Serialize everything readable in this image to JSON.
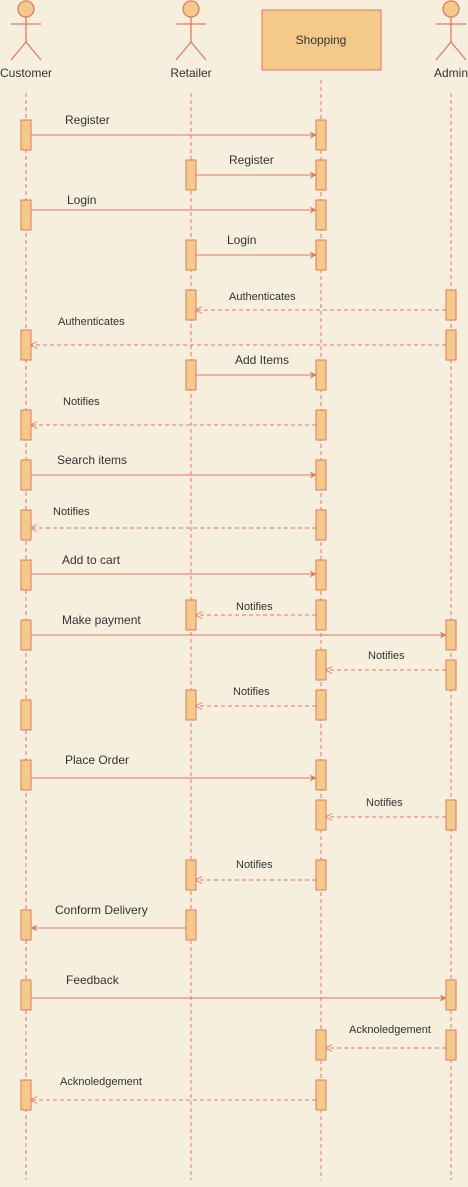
{
  "colors": {
    "background": "#F6EFDE",
    "line": "#E07A5F",
    "box_fill": "#F5C98A",
    "box_stroke": "#E07A5F",
    "text": "#333333"
  },
  "participants": [
    {
      "id": "customer",
      "label": "Customer",
      "kind": "actor"
    },
    {
      "id": "retailer",
      "label": "Retailer",
      "kind": "actor"
    },
    {
      "id": "shopping",
      "label": "Shopping",
      "kind": "object"
    },
    {
      "id": "admin",
      "label": "Admin",
      "kind": "actor"
    }
  ],
  "messages": [
    {
      "from": "customer",
      "to": "shopping",
      "label": "Register",
      "style": "solid"
    },
    {
      "from": "retailer",
      "to": "shopping",
      "label": "Register",
      "style": "solid"
    },
    {
      "from": "customer",
      "to": "shopping",
      "label": "Login",
      "style": "solid"
    },
    {
      "from": "retailer",
      "to": "shopping",
      "label": "Login",
      "style": "solid"
    },
    {
      "from": "admin",
      "to": "retailer",
      "label": "Authenticates",
      "style": "dashed"
    },
    {
      "from": "admin",
      "to": "customer",
      "label": "Authenticates",
      "style": "dashed"
    },
    {
      "from": "retailer",
      "to": "shopping",
      "label": "Add Items",
      "style": "solid"
    },
    {
      "from": "shopping",
      "to": "customer",
      "label": "Notifies",
      "style": "dashed"
    },
    {
      "from": "customer",
      "to": "shopping",
      "label": "Search items",
      "style": "solid"
    },
    {
      "from": "shopping",
      "to": "customer",
      "label": "Notifies",
      "style": "dashed"
    },
    {
      "from": "customer",
      "to": "shopping",
      "label": "Add to cart",
      "style": "solid"
    },
    {
      "from": "shopping",
      "to": "retailer",
      "label": "Notifies",
      "style": "dashed"
    },
    {
      "from": "customer",
      "to": "admin",
      "label": "Make payment",
      "style": "solid"
    },
    {
      "from": "admin",
      "to": "shopping",
      "label": "Notifies",
      "style": "dashed"
    },
    {
      "from": "shopping",
      "to": "retailer",
      "label": "Notifies",
      "style": "dashed"
    },
    {
      "from": "customer",
      "to": "shopping",
      "label": "Place Order",
      "style": "solid"
    },
    {
      "from": "admin",
      "to": "shopping",
      "label": "Notifies",
      "style": "dashed"
    },
    {
      "from": "shopping",
      "to": "retailer",
      "label": "Notifies",
      "style": "dashed"
    },
    {
      "from": "retailer",
      "to": "customer",
      "label": "Conform Delivery",
      "style": "solid"
    },
    {
      "from": "customer",
      "to": "admin",
      "label": "Feedback",
      "style": "solid"
    },
    {
      "from": "admin",
      "to": "shopping",
      "label": "Acknoledgement",
      "style": "dashed"
    },
    {
      "from": "shopping",
      "to": "customer",
      "label": "Acknoledgement",
      "style": "dashed"
    }
  ]
}
